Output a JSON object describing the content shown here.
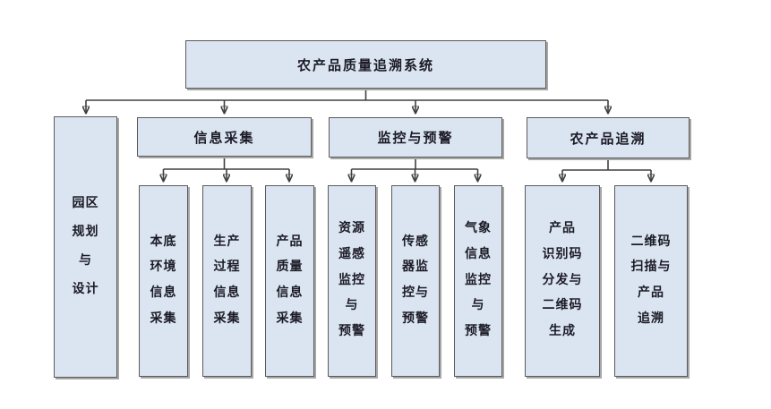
{
  "title": "农产品质量追溯系统",
  "tree": {
    "root": {
      "label": "农产品质量追溯系统",
      "display": "农产品质量追溯系统"
    },
    "branches": [
      {
        "label": "园区规划与设计",
        "display": "园区\n规划\n与\n设计",
        "children": []
      },
      {
        "label": "信息采集",
        "display": "信息采集",
        "children": [
          {
            "label": "本底环境信息采集",
            "display": "本底\n环境\n信息\n采集"
          },
          {
            "label": "生产过程信息采集",
            "display": "生产\n过程\n信息\n采集"
          },
          {
            "label": "产品质量信息采集",
            "display": "产品\n质量\n信息\n采集"
          }
        ]
      },
      {
        "label": "监控与预警",
        "display": "监控与预警",
        "children": [
          {
            "label": "资源遥感监控与预警",
            "display": "资源\n遥感\n监控\n与\n预警"
          },
          {
            "label": "传感器监控与预警",
            "display": "传感\n器监\n控与\n预警"
          },
          {
            "label": "气象信息监控与预警",
            "display": "气象\n信息\n监控\n与\n预警"
          }
        ]
      },
      {
        "label": "农产品追溯",
        "display": "农产品追溯",
        "children": [
          {
            "label": "产品识别码分发与二维码生成",
            "display": "产品\n识别码\n分发与\n二维码\n生成"
          },
          {
            "label": "二维码扫描与产品追溯",
            "display": "二维码\n扫描与\n产品\n追溯"
          }
        ]
      }
    ]
  },
  "colors": {
    "box_fill": "#dbe5f1",
    "box_border": "#5a5a5a",
    "box_shadow": "#a7a7a7",
    "line": "#404040",
    "text": "#1b1b26",
    "background": "#ffffff"
  }
}
